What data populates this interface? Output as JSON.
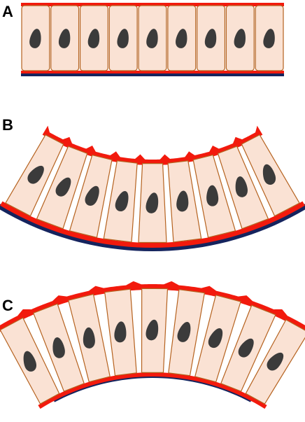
{
  "panels": [
    {
      "label": "A",
      "shape": "flat",
      "cells": 9
    },
    {
      "label": "B",
      "shape": "concave",
      "cells": 9
    },
    {
      "label": "C",
      "shape": "convex",
      "cells": 9
    }
  ],
  "colors": {
    "cell_fill": "#fae2d4",
    "cell_stroke": "#b5621f",
    "nucleus": "#3b3b3b",
    "apical_actin": "#f21a0d",
    "basement_membrane": "#15245e",
    "background": "#ffffff",
    "label": "#000000"
  }
}
